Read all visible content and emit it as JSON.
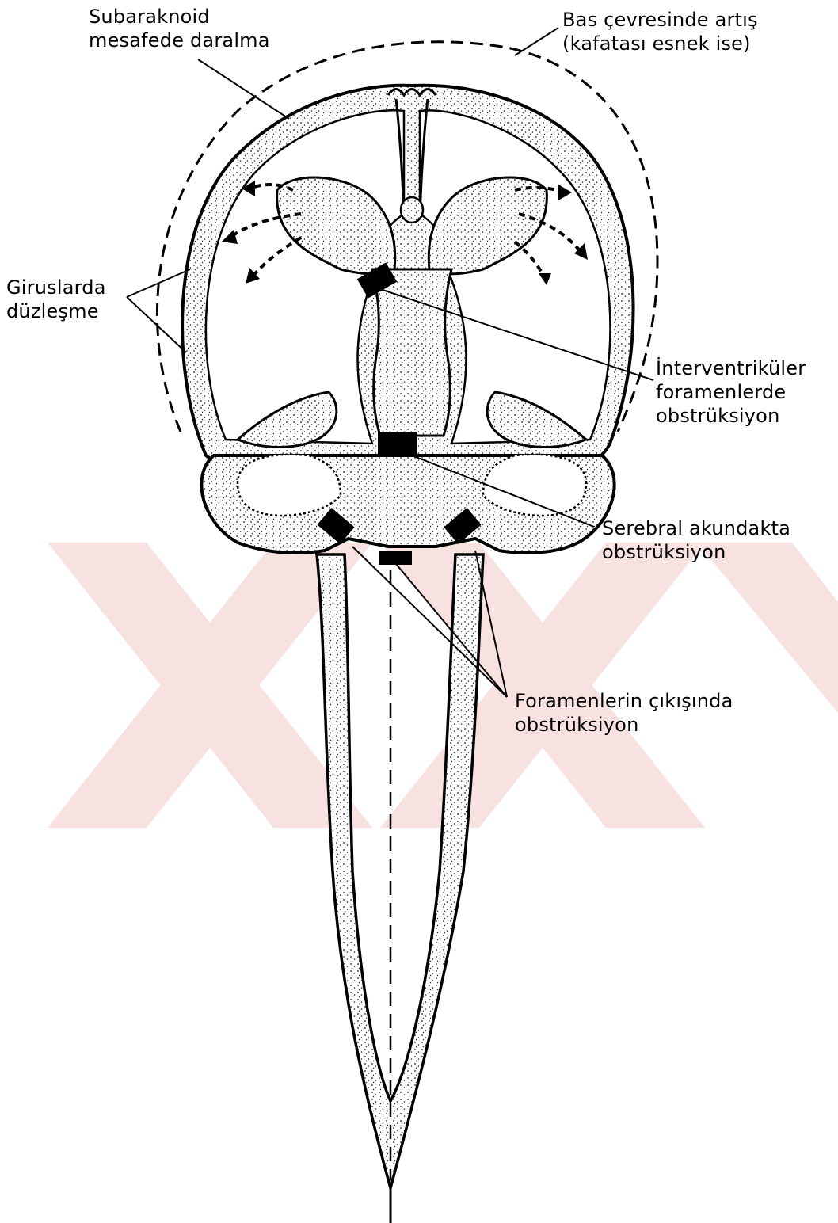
{
  "labels": {
    "subarachnoid": [
      "Subaraknoid",
      "mesafede daralma"
    ],
    "head_circ": [
      "Bas çevresinde artış",
      "(kafatası esnek ise)"
    ],
    "gyri": [
      "Giruslarda",
      "düzleşme"
    ],
    "interventricular": [
      "İnterventriküler",
      "foramenlerde",
      "obstrüksiyon"
    ],
    "aqueduct": [
      "Serebral akundakta",
      "obstrüksiyon"
    ],
    "foramina_exit": [
      "Foramenlerin çıkışında",
      "obstrüksiyon"
    ]
  },
  "colors": {
    "ink": "#000000",
    "stipple": "#111111",
    "background": "#ffffff",
    "watermark": "#f6d7d7"
  }
}
